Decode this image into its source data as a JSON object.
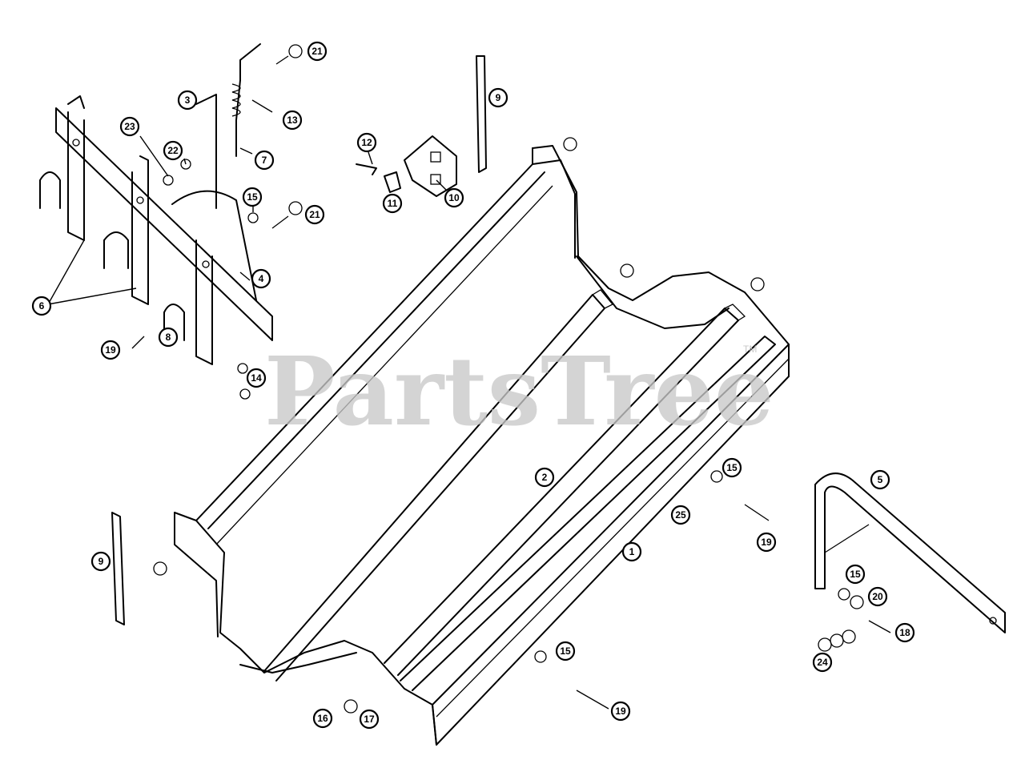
{
  "watermark": {
    "text": "PartsTree",
    "mark": "TM"
  },
  "callouts": [
    {
      "id": "c21a",
      "label": "21"
    },
    {
      "id": "c9a",
      "label": "9"
    },
    {
      "id": "c3",
      "label": "3"
    },
    {
      "id": "c13",
      "label": "13"
    },
    {
      "id": "c23",
      "label": "23"
    },
    {
      "id": "c22",
      "label": "22"
    },
    {
      "id": "c7",
      "label": "7"
    },
    {
      "id": "c12",
      "label": "12"
    },
    {
      "id": "c11",
      "label": "11"
    },
    {
      "id": "c10",
      "label": "10"
    },
    {
      "id": "c15a",
      "label": "15"
    },
    {
      "id": "c21b",
      "label": "21"
    },
    {
      "id": "c4",
      "label": "4"
    },
    {
      "id": "c6",
      "label": "6"
    },
    {
      "id": "c19a",
      "label": "19"
    },
    {
      "id": "c8",
      "label": "8"
    },
    {
      "id": "c14",
      "label": "14"
    },
    {
      "id": "c2",
      "label": "2"
    },
    {
      "id": "c15b",
      "label": "15"
    },
    {
      "id": "c5",
      "label": "5"
    },
    {
      "id": "c25",
      "label": "25"
    },
    {
      "id": "c19b",
      "label": "19"
    },
    {
      "id": "c1",
      "label": "1"
    },
    {
      "id": "c9b",
      "label": "9"
    },
    {
      "id": "c15c",
      "label": "15"
    },
    {
      "id": "c20",
      "label": "20"
    },
    {
      "id": "c18",
      "label": "18"
    },
    {
      "id": "c24",
      "label": "24"
    },
    {
      "id": "c15d",
      "label": "15"
    },
    {
      "id": "c19c",
      "label": "19"
    },
    {
      "id": "c16",
      "label": "16"
    },
    {
      "id": "c17",
      "label": "17"
    }
  ]
}
